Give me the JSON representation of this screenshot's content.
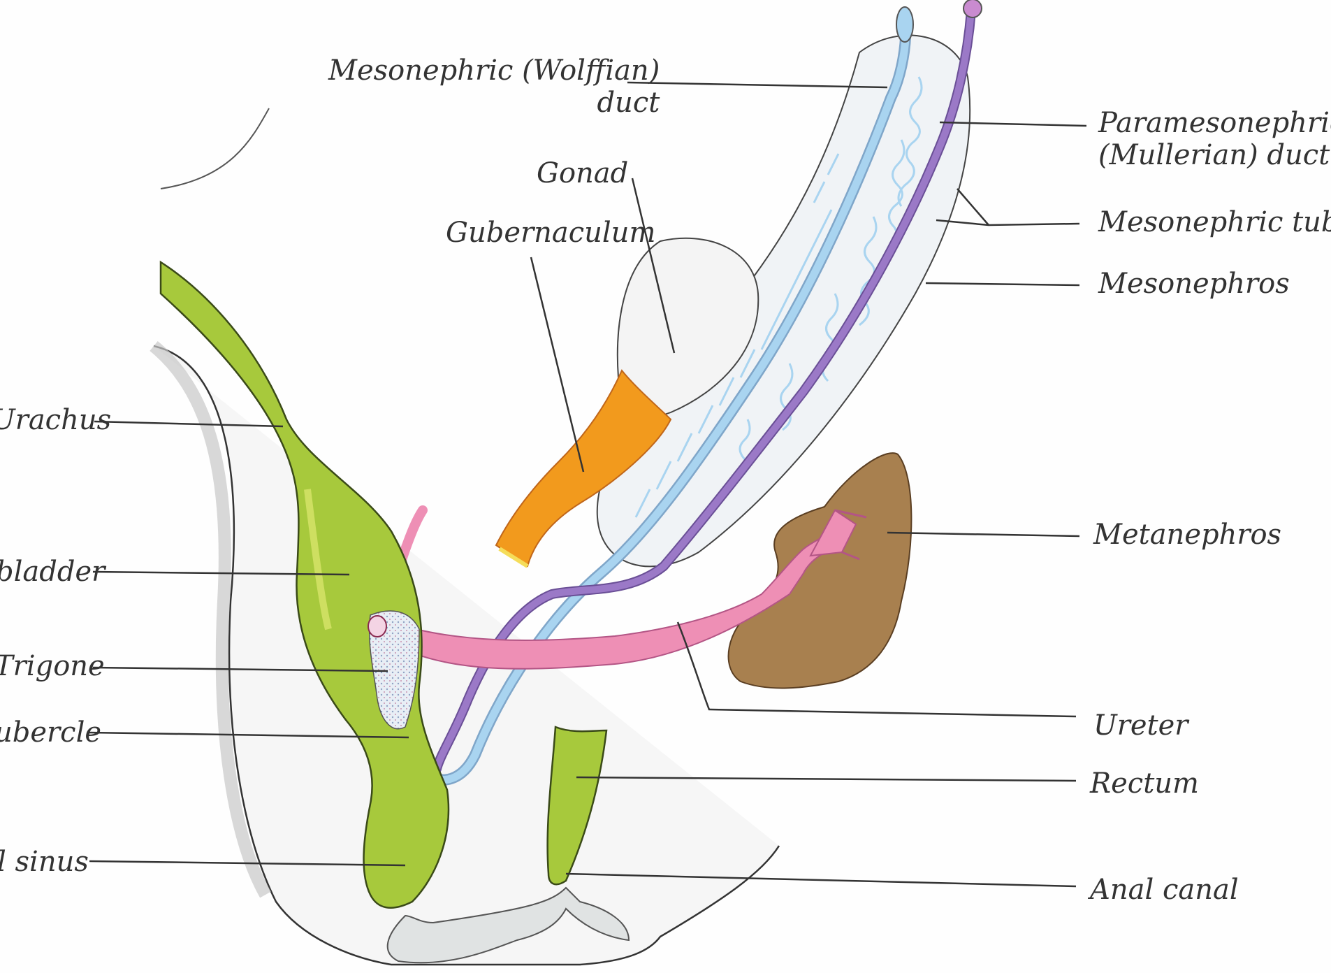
{
  "labels": {
    "mesonephric_duct": [
      "Mesonephric (Wolffian)",
      "duct"
    ],
    "gonad": "Gonad",
    "gubernaculum": "Gubernaculum",
    "paramesonephric_duct": [
      "Paramesonephric",
      "(Mullerian) duct"
    ],
    "mesonephric_tubules": "Mesonephric tubules",
    "mesonephros": "Mesonephros",
    "urachus": "Urachus",
    "bladder": "bladder",
    "trigone": "Trigone",
    "tubercle": "ubercle",
    "metanephros": "Metanephros",
    "ureter": "Ureter",
    "rectum": "Rectum",
    "sinus": "l sinus",
    "anal_canal": "Anal canal"
  },
  "colors": {
    "wolffian_duct": "#a9d4f0",
    "mullerian_duct": "#9b79c7",
    "gubernaculum": "#f29a1d",
    "metanephros": "#a8804f",
    "ureter": "#ee8fb5",
    "bladder_green": "#a7c93c",
    "leader_line": "#333333"
  }
}
